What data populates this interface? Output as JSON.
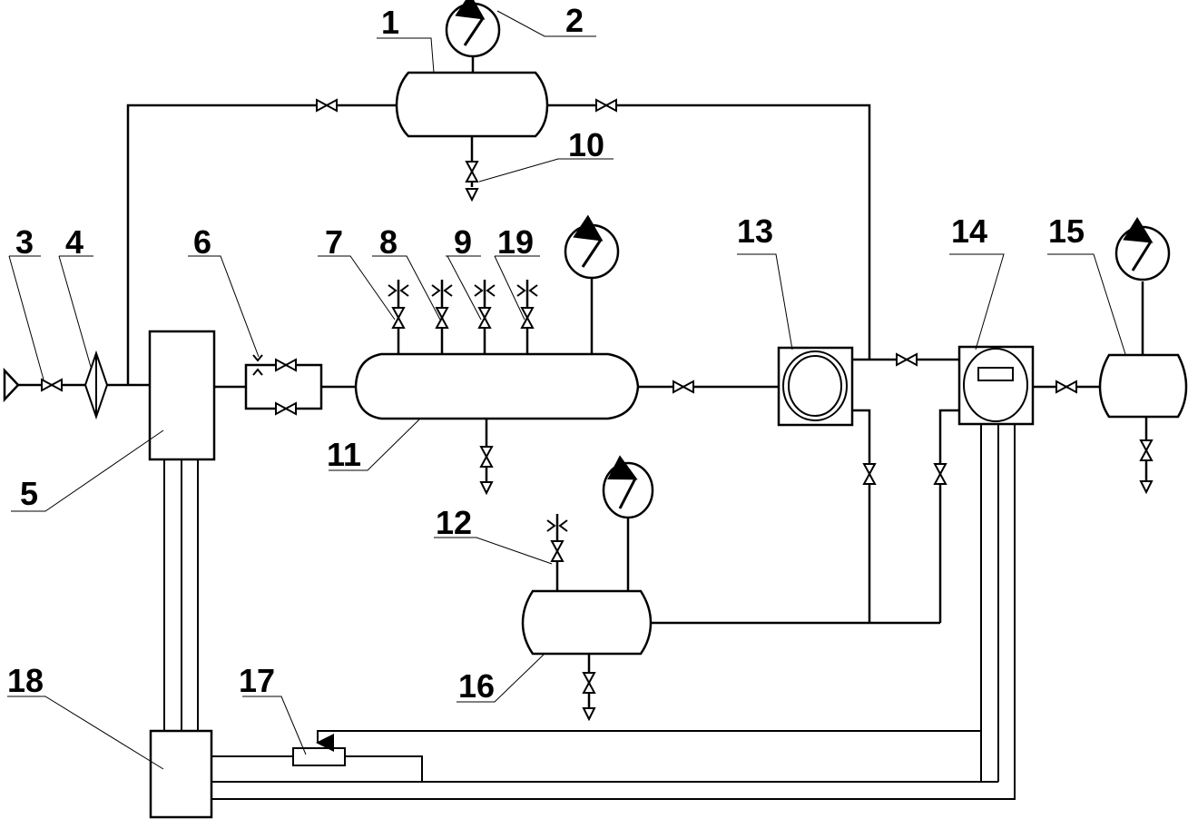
{
  "diagram": {
    "type": "pneumatic/pipeline schematic",
    "line_color": "#000000",
    "background": "#ffffff",
    "labels": {
      "l1": "1",
      "l2": "2",
      "l3": "3",
      "l4": "4",
      "l5": "5",
      "l6": "6",
      "l7": "7",
      "l8": "8",
      "l9": "9",
      "l10": "10",
      "l11": "11",
      "l12": "12",
      "l13": "13",
      "l14": "14",
      "l15": "15",
      "l16": "16",
      "l17": "17",
      "l18": "18",
      "l19": "19"
    },
    "components": [
      {
        "id": "1",
        "kind": "tank (upper receiver)"
      },
      {
        "id": "2",
        "kind": "pressure gauge"
      },
      {
        "id": "3",
        "kind": "valve"
      },
      {
        "id": "4",
        "kind": "filter"
      },
      {
        "id": "5",
        "kind": "block / unit"
      },
      {
        "id": "6",
        "kind": "throttle with bypass valves"
      },
      {
        "id": "7",
        "kind": "valve with throttle"
      },
      {
        "id": "8",
        "kind": "valve with throttle"
      },
      {
        "id": "9",
        "kind": "valve with throttle"
      },
      {
        "id": "10",
        "kind": "drain valve"
      },
      {
        "id": "11",
        "kind": "main tank"
      },
      {
        "id": "12",
        "kind": "valve with throttle"
      },
      {
        "id": "13",
        "kind": "meter (round)"
      },
      {
        "id": "14",
        "kind": "meter with display"
      },
      {
        "id": "15",
        "kind": "tank with gauge"
      },
      {
        "id": "16",
        "kind": "tank with gauge"
      },
      {
        "id": "17",
        "kind": "sensor / resistor"
      },
      {
        "id": "18",
        "kind": "control unit"
      },
      {
        "id": "19",
        "kind": "valve with throttle"
      }
    ]
  }
}
